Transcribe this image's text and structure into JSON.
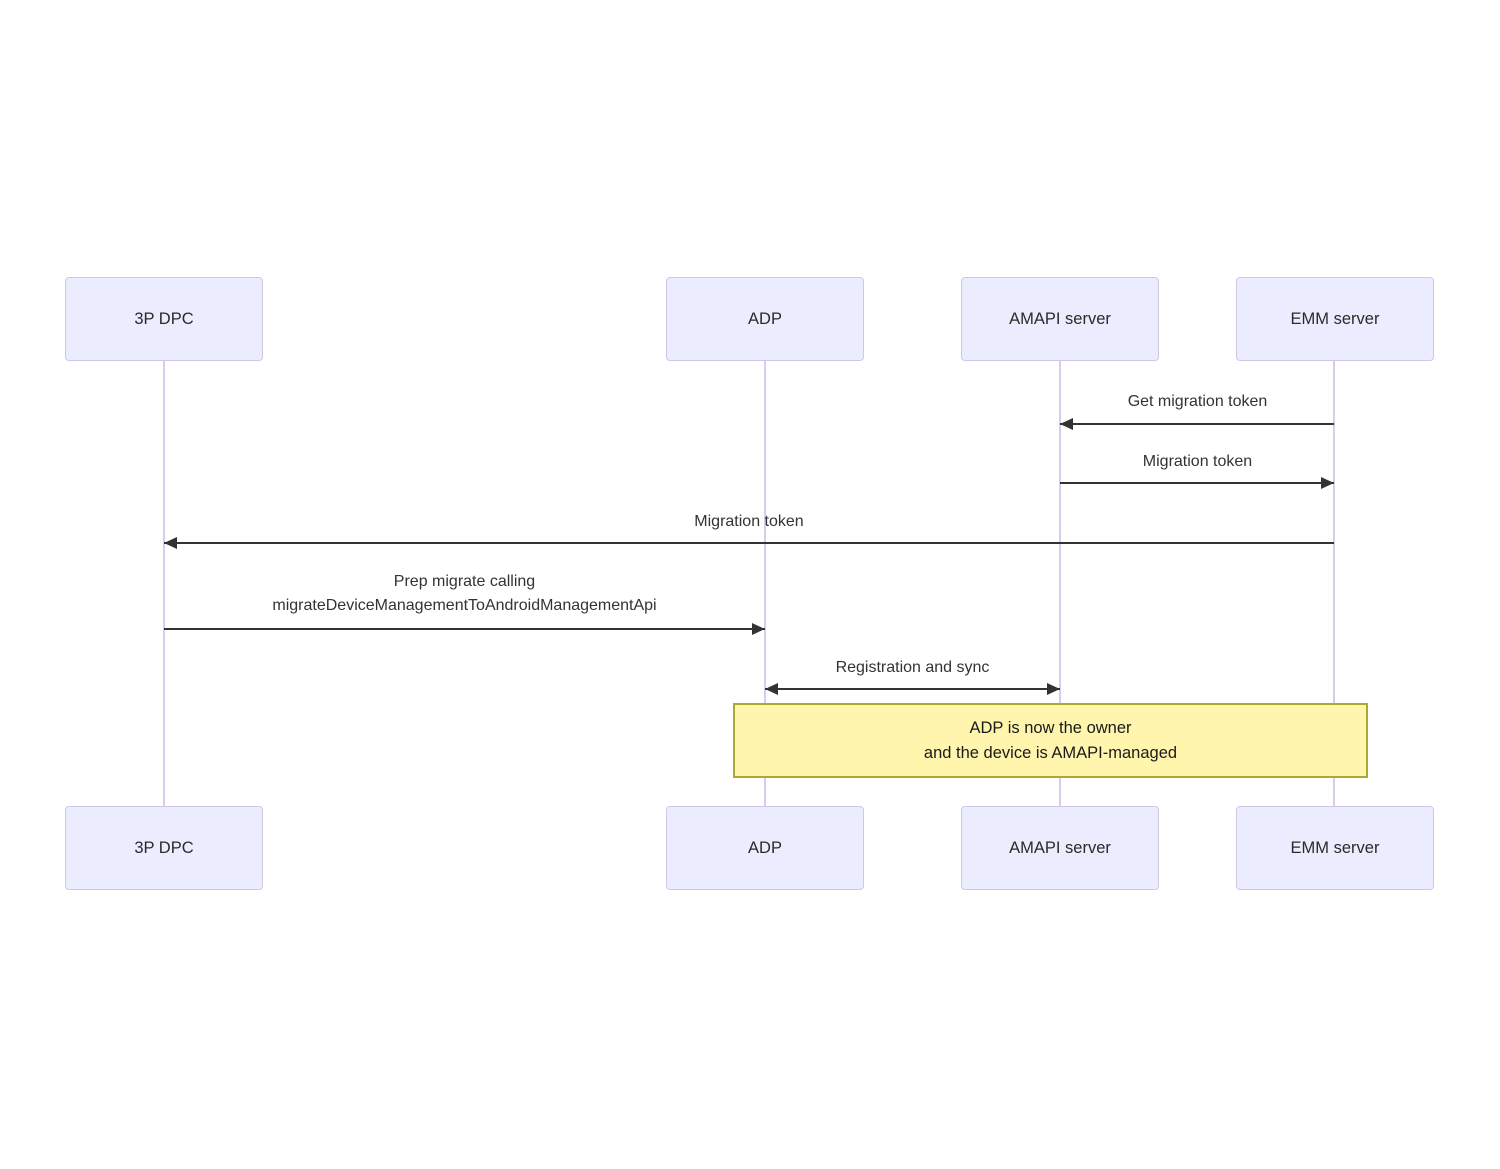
{
  "diagram": {
    "type": "sequence-diagram",
    "actors": [
      {
        "id": "3p-dpc",
        "label": "3P DPC"
      },
      {
        "id": "adp",
        "label": "ADP"
      },
      {
        "id": "amapi-server",
        "label": "AMAPI server"
      },
      {
        "id": "emm-server",
        "label": "EMM server"
      }
    ],
    "messages": [
      {
        "from": "EMM server",
        "to": "AMAPI server",
        "arrow": "left",
        "label": "Get migration token"
      },
      {
        "from": "AMAPI server",
        "to": "EMM server",
        "arrow": "right",
        "label": "Migration token"
      },
      {
        "from": "EMM server",
        "to": "3P DPC",
        "arrow": "left",
        "label": "Migration token"
      },
      {
        "from": "3P DPC",
        "to": "ADP",
        "arrow": "right",
        "lines": [
          "Prep migrate calling",
          "migrateDeviceManagementToAndroidManagementApi"
        ]
      },
      {
        "from": "ADP",
        "to": "AMAPI server",
        "arrow": "both",
        "label": "Registration and sync"
      }
    ],
    "note": {
      "lines": [
        "ADP is now the owner",
        "and the device is AMAPI-managed"
      ]
    },
    "colors": {
      "actor_fill": "#ECECFF",
      "actor_border": "#CFC7E6",
      "lifeline": "#D9CCF1",
      "arrow": "#333333",
      "text": "#333333",
      "note_fill": "#FFF5AD",
      "note_border": "#AAAA33"
    }
  }
}
